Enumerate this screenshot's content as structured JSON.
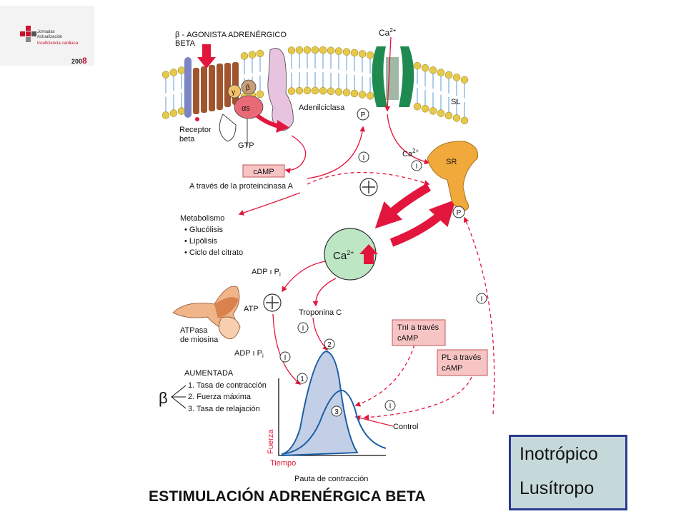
{
  "logo": {
    "line1": "Jornadas",
    "line2": "Actualización",
    "line3": "insuficiencia cardiaca",
    "year_prefix": "200",
    "year_suffix": "8"
  },
  "diagram": {
    "agonist_line1": "β - AGONISTA ADRENÉRGICO",
    "agonist_line2": "BETA",
    "ca_top": "Ca",
    "ca_top_sup": "2+",
    "gamma": "γ",
    "beta_sub": "β",
    "alpha_s": "αs",
    "adenylcyclase": "Adenilciclasa",
    "receptor_line1": "Receptor",
    "receptor_line2": "beta",
    "gtp": "GTP",
    "sl": "SL",
    "p_mark": "P",
    "camp": "cAMP",
    "pka": "A través de la proteincinasa A",
    "inhibit_mark": "I",
    "plus_mark": "+",
    "ca_sr": "Ca",
    "ca_sr_sup": "2+",
    "sr": "SR",
    "metabolism_title": "Metabolismo",
    "metabolism_items": [
      "• Glucólisis",
      "• Lipólisis",
      "• Ciclo del citrato"
    ],
    "ca_center": "Ca",
    "ca_center_sup": "2+",
    "adp_pi_top": "ADP ı P",
    "adp_pi_top_sub": "i",
    "atp": "ATP",
    "atpase_line1": "ATPasa",
    "atpase_line2": "de miosina",
    "adp_pi_bottom": "ADP ı P",
    "adp_pi_bottom_sub": "i",
    "troponin": "Troponina C",
    "num1": "1",
    "num2": "2",
    "num3": "3",
    "tni_line1": "TnI a través",
    "tni_line2": "cAMP",
    "pl_line1": "PL a través",
    "pl_line2": "cAMP",
    "increased_title": "AUMENTADA",
    "beta_symbol": "β",
    "increased_items": [
      "1. Tasa de contracción",
      "2. Fuerza máxima",
      "3. Tasa de relajación"
    ],
    "control": "Control",
    "y_axis": "Fuerza",
    "x_axis": "Tiempo",
    "chart_caption": "Pauta de contracción"
  },
  "footer_title": "ESTIMULACIÓN ADRENÉRGICA BETA",
  "legend": {
    "item1": "Inotrópico",
    "item2": "Lusítropo"
  },
  "colors": {
    "arrow_red": "#e2163c",
    "membrane_head": "#e6c94a",
    "membrane_tail": "#5b9bd5",
    "channel_green": "#1f8a50",
    "sr_orange": "#f0a93a",
    "ca_ball": "#bde6c4",
    "receptor_brown": "#9c5a34",
    "curve_fill": "#c3cfe6",
    "curve_stroke": "#1b5fa6",
    "legend_bg": "#c6d9da",
    "legend_border": "#2a3a8e"
  }
}
